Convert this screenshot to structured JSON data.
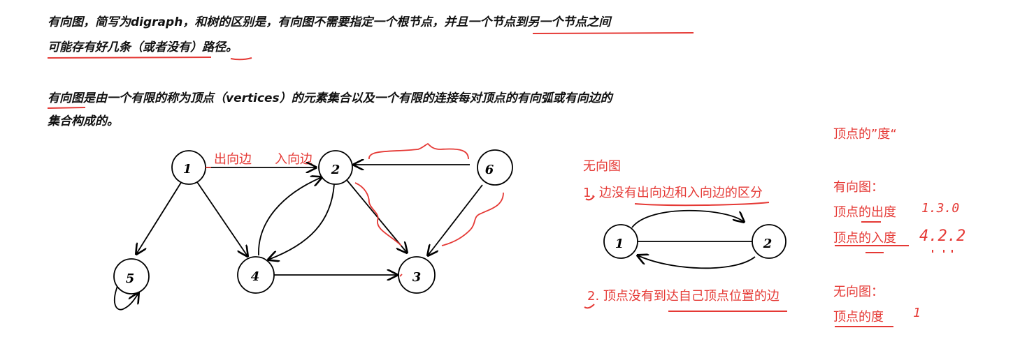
{
  "paragraphs": {
    "p1_line1": "有向图，简写为digraph，和树的区别是，有向图不需要指定一个根节点，并且一个节点到另一个节点之间",
    "p1_line2": "可能存有好几条（或者没有）路径。",
    "p2_line1": "有向图是由一个有限的称为顶点（vertices）的元素集合以及一个有限的连接每对顶点的有向弧或有向边的",
    "p2_line2": "集合构成的。"
  },
  "directed_graph": {
    "nodes": [
      "1",
      "2",
      "3",
      "4",
      "5",
      "6"
    ],
    "edges": [
      {
        "from": "1",
        "to": "2"
      },
      {
        "from": "1",
        "to": "5"
      },
      {
        "from": "1",
        "to": "4"
      },
      {
        "from": "6",
        "to": "2"
      },
      {
        "from": "6",
        "to": "3"
      },
      {
        "from": "2",
        "to": "3"
      },
      {
        "from": "2",
        "to": "4"
      },
      {
        "from": "4",
        "to": "2"
      },
      {
        "from": "4",
        "to": "3"
      },
      {
        "from": "5",
        "to": "5"
      }
    ],
    "out_edge_label": "出向边",
    "in_edge_label": "入向边"
  },
  "undirected_section": {
    "title": "无向图",
    "point1": "1. 边没有出向边和入向边的区分",
    "point2": "2. 顶点没有到达自己顶点位置的边",
    "nodes": [
      "1",
      "2"
    ]
  },
  "degree_section": {
    "title": "顶点的”度“",
    "directed_title": "有向图：",
    "out_degree_label": "顶点的出度",
    "out_degree_values": "1.3.0",
    "in_degree_label": "顶点的入度",
    "in_degree_values": "4.2.2",
    "undirected_title": "无向图：",
    "degree_label": "顶点的度",
    "degree_value": "1"
  },
  "colors": {
    "annotation": "#e53935",
    "text": "#111111"
  }
}
